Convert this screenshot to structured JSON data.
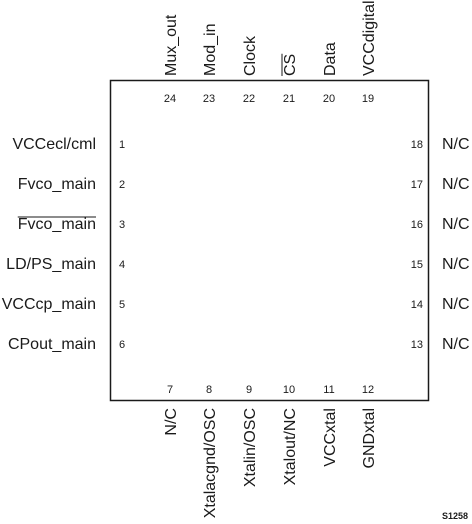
{
  "figure_id": "S1258",
  "pins": {
    "left": [
      {
        "num": "1",
        "name": "VCCecl/cml",
        "bar": false
      },
      {
        "num": "2",
        "name": "Fvco_main",
        "bar": false
      },
      {
        "num": "3",
        "name": "Fvco_main",
        "bar": true
      },
      {
        "num": "4",
        "name": "LD/PS_main",
        "bar": false
      },
      {
        "num": "5",
        "name": "VCCcp_main",
        "bar": false
      },
      {
        "num": "6",
        "name": "CPout_main",
        "bar": false
      }
    ],
    "bottom": [
      {
        "num": "7",
        "name": "N/C",
        "bar": false
      },
      {
        "num": "8",
        "name": "Xtalacgnd/OSC",
        "bar": false
      },
      {
        "num": "9",
        "name": "Xtalin/OSC",
        "bar": false
      },
      {
        "num": "10",
        "name": "Xtalout/NC",
        "bar": false
      },
      {
        "num": "11",
        "name": "VCCxtal",
        "bar": false
      },
      {
        "num": "12",
        "name": "GNDxtal",
        "bar": false
      }
    ],
    "right": [
      {
        "num": "13",
        "name": "N/C",
        "bar": false
      },
      {
        "num": "14",
        "name": "N/C",
        "bar": false
      },
      {
        "num": "15",
        "name": "N/C",
        "bar": false
      },
      {
        "num": "16",
        "name": "N/C",
        "bar": false
      },
      {
        "num": "17",
        "name": "N/C",
        "bar": false
      },
      {
        "num": "18",
        "name": "N/C",
        "bar": false
      }
    ],
    "top": [
      {
        "num": "19",
        "name": "VCCdigital",
        "bar": false
      },
      {
        "num": "20",
        "name": "Data",
        "bar": false
      },
      {
        "num": "21",
        "name": "CS",
        "bar": true
      },
      {
        "num": "22",
        "name": "Clock",
        "bar": false
      },
      {
        "num": "23",
        "name": "Mod_in",
        "bar": false
      },
      {
        "num": "24",
        "name": "Mux_out",
        "bar": false
      }
    ]
  }
}
